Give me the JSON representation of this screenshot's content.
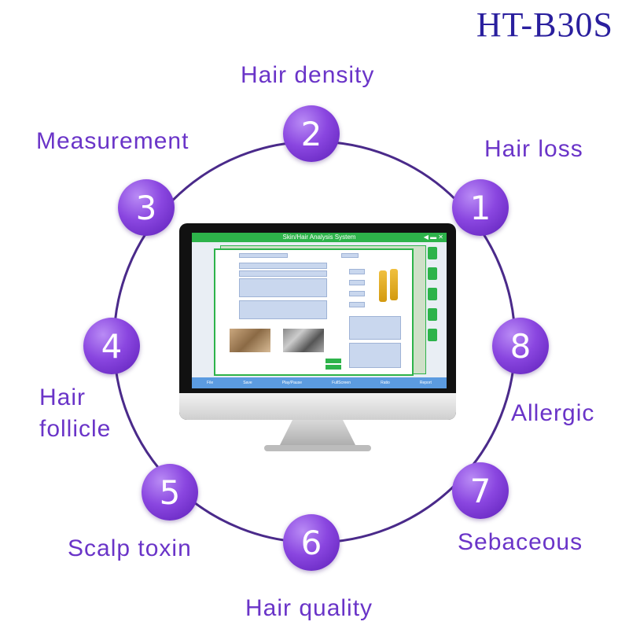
{
  "model": "HT-B30S",
  "nodes": [
    {
      "num": "1",
      "label": "Hair loss"
    },
    {
      "num": "2",
      "label": "Hair density"
    },
    {
      "num": "3",
      "label": "Measurement"
    },
    {
      "num": "4",
      "label_line1": "Hair",
      "label_line2": "follicle"
    },
    {
      "num": "5",
      "label": "Scalp toxin"
    },
    {
      "num": "6",
      "label": "Hair quality"
    },
    {
      "num": "7",
      "label": "Sebaceous"
    },
    {
      "num": "8",
      "label": "Allergic"
    }
  ],
  "software": {
    "title": "Skin/Hair Analysis System",
    "toolbar": [
      "File",
      "Save",
      "Play/Pause",
      "FullScreen",
      "Ratio",
      "Report"
    ]
  },
  "colors": {
    "ring": "#4a2a8a",
    "node": "#8a46e0",
    "label": "#6a34c8",
    "model": "#2a1f9e",
    "accent": "#2db34a"
  }
}
